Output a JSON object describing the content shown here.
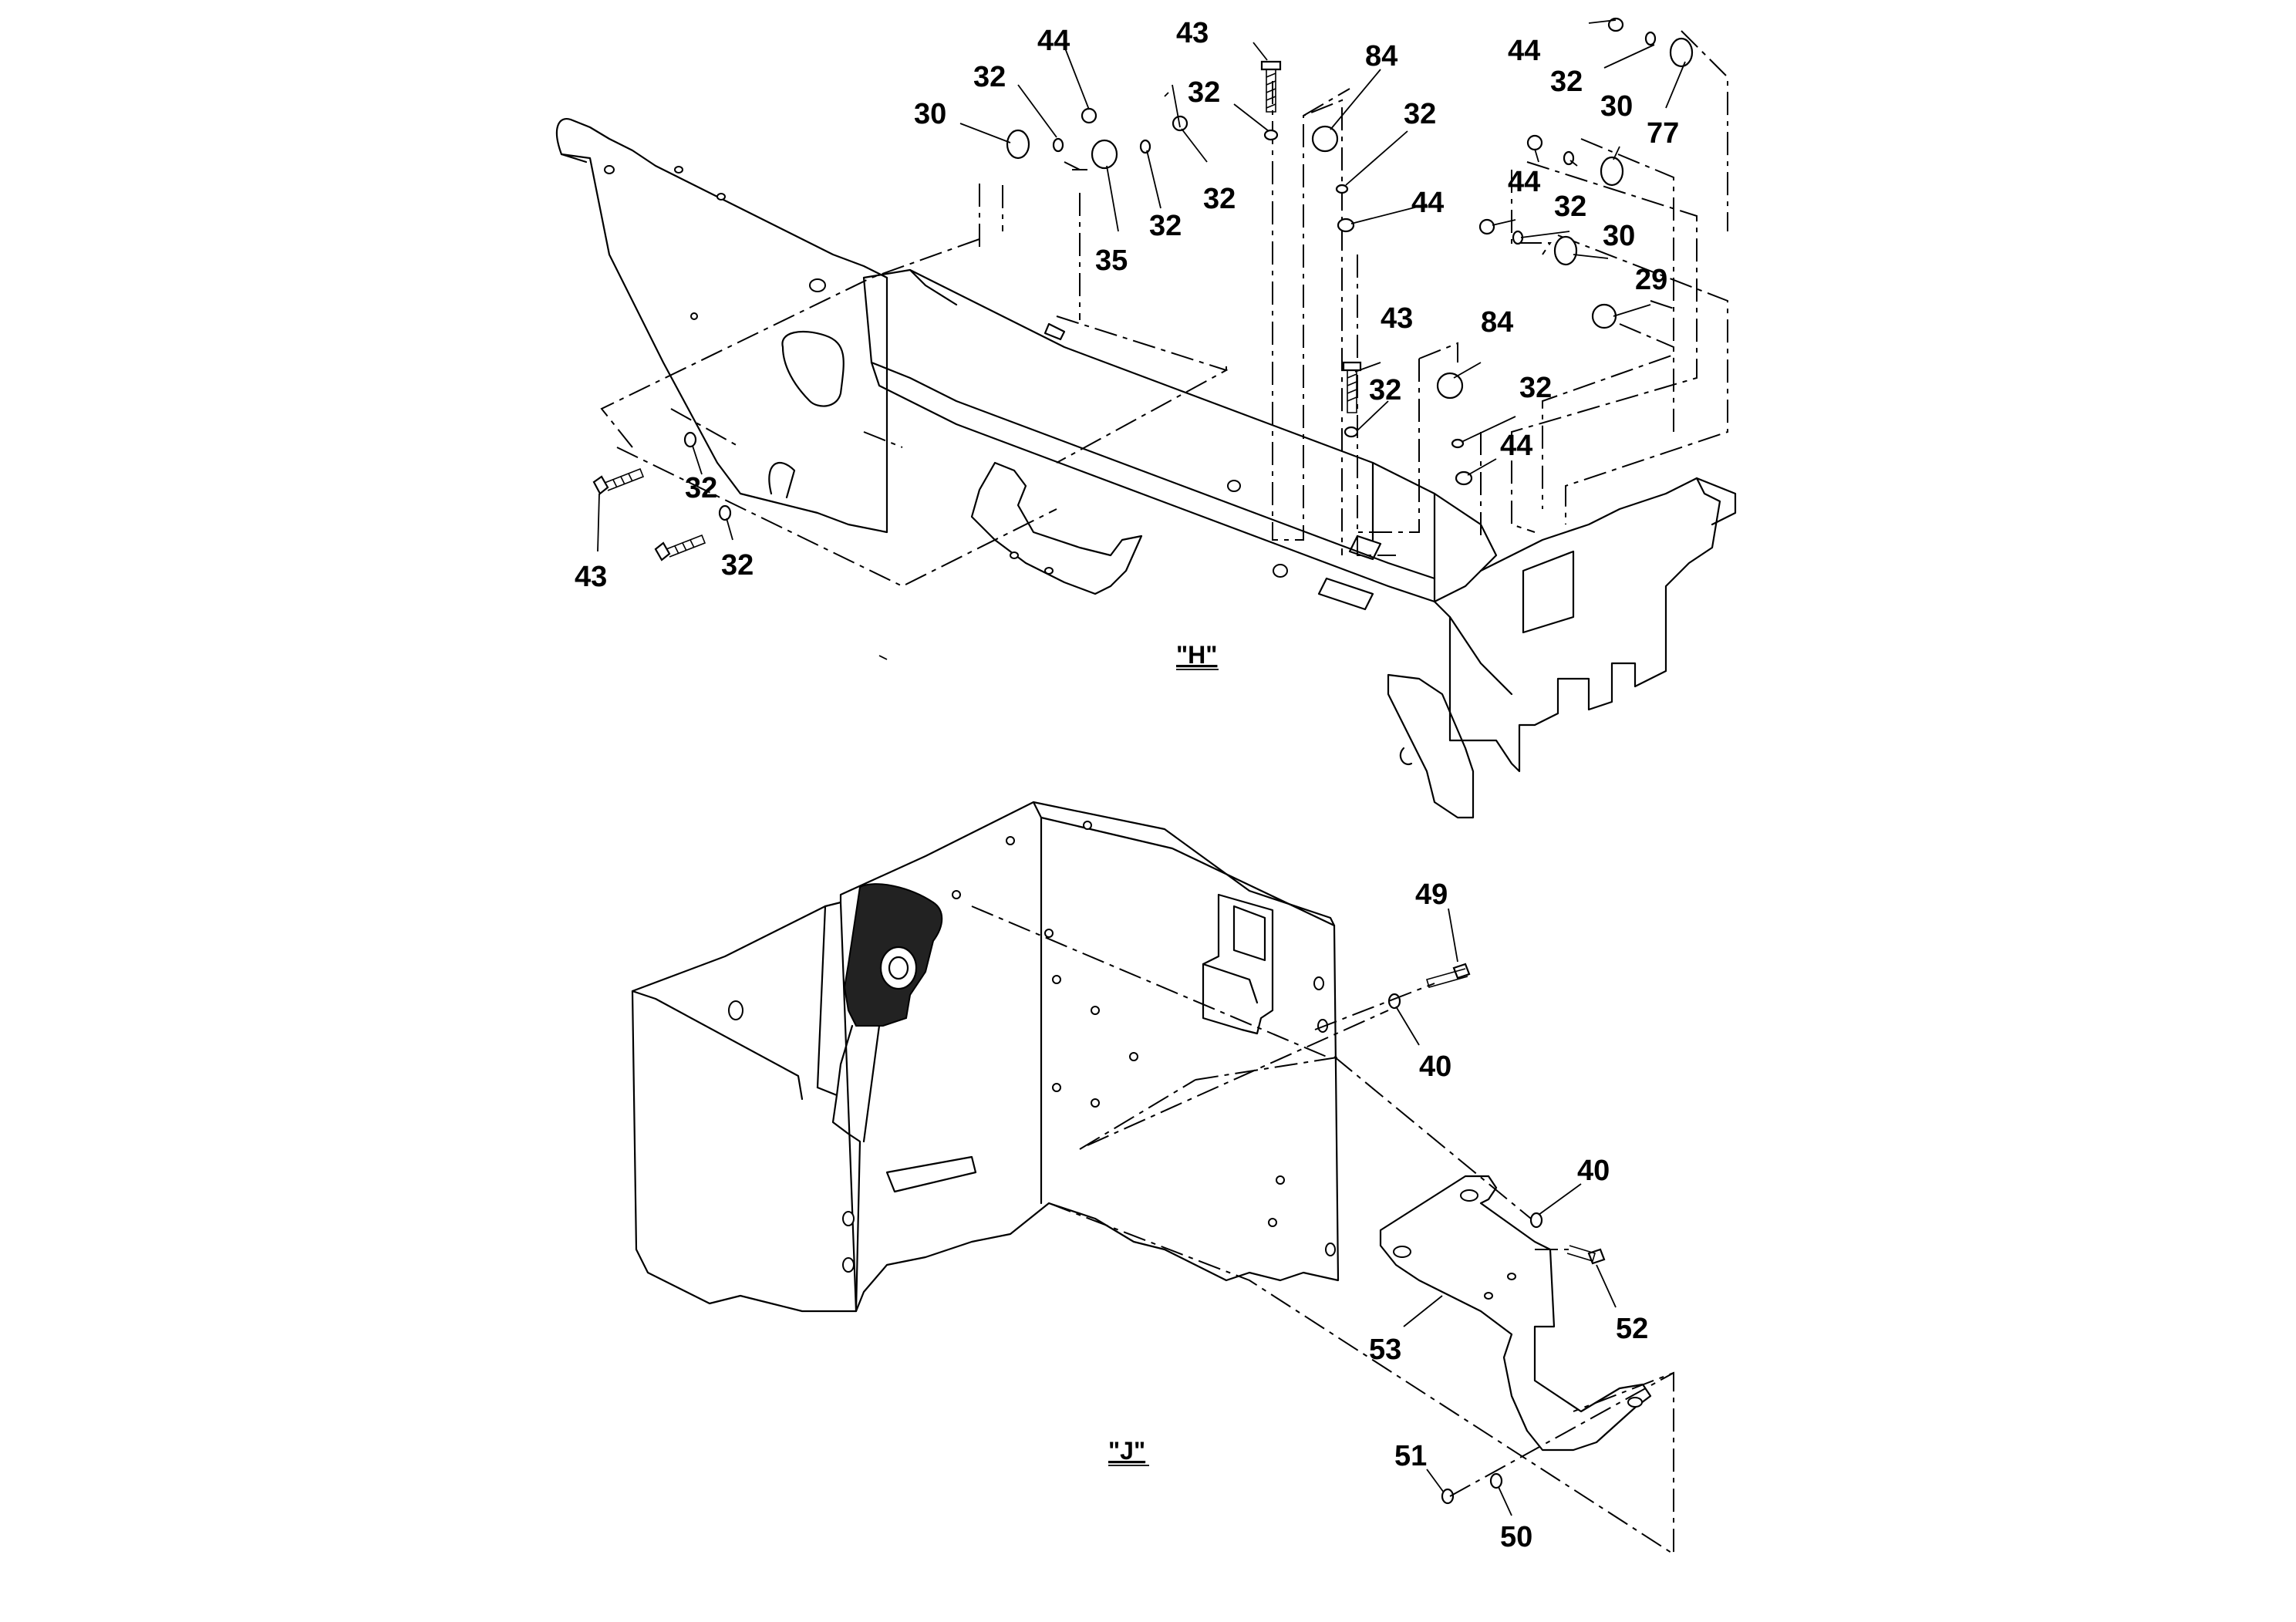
{
  "views": [
    {
      "id": "H",
      "label": "\"H\""
    },
    {
      "id": "J",
      "label": "\"J\""
    }
  ],
  "callouts_h": [
    "44",
    "32",
    "30",
    "43",
    "32",
    "84",
    "32",
    "44",
    "32",
    "30",
    "77",
    "32",
    "35",
    "32",
    "44",
    "44",
    "32",
    "30",
    "29",
    "43",
    "84",
    "32",
    "32",
    "44",
    "32",
    "43",
    "32"
  ],
  "callouts_j": [
    "49",
    "40",
    "40",
    "52",
    "53",
    "51",
    "50"
  ]
}
